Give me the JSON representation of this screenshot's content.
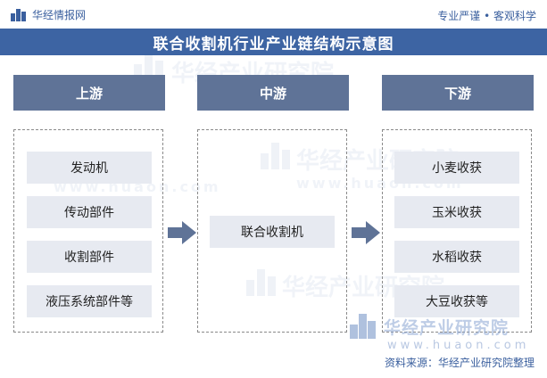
{
  "header": {
    "brand": "华经情报网",
    "slogan": "专业严谨 • 客观科学"
  },
  "title": "联合收割机行业产业链结构示意图",
  "stages": [
    {
      "label": "上游",
      "items": [
        "发动机",
        "传动部件",
        "收割部件",
        "液压系统部件等"
      ]
    },
    {
      "label": "中游",
      "items": [
        "联合收割机"
      ]
    },
    {
      "label": "下游",
      "items": [
        "小麦收获",
        "玉米收获",
        "水稻收获",
        "大豆收获等"
      ]
    }
  ],
  "watermark": {
    "name": "华经产业研究院",
    "url": "www.huaon.com"
  },
  "source": "资料来源：华经产业研究院整理",
  "colors": {
    "title_bar": "#3d64a3",
    "stage_header": "#5f7397",
    "item_bg": "#e7eaf1",
    "arrow": "#5f7397",
    "brand": "#3a5f9e"
  }
}
